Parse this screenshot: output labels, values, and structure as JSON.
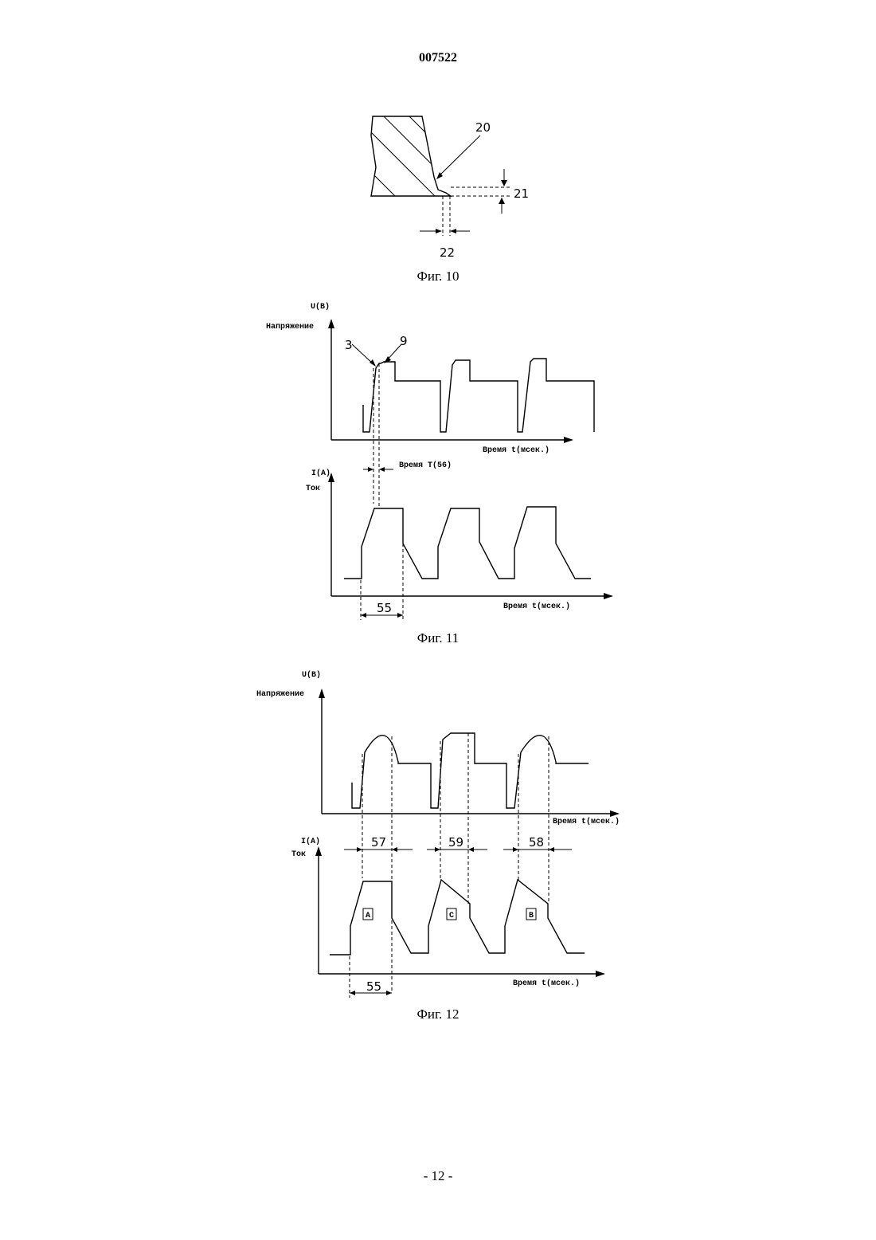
{
  "document_number": "007522",
  "page_number": "- 12 -",
  "fig10": {
    "caption": "Фиг. 10",
    "callouts": [
      "20",
      "21",
      "22"
    ]
  },
  "fig11": {
    "caption": "Фиг. 11",
    "voltage_axis": {
      "symbol": "U(B)",
      "name": "Напряжение"
    },
    "current_axis": {
      "symbol": "I(A)",
      "name": "Ток"
    },
    "time_label": "Время t(мсек.)",
    "interval_label": "Время T(56)",
    "callouts": [
      "3",
      "9"
    ],
    "dimension": "55"
  },
  "fig12": {
    "caption": "Фиг. 12",
    "voltage_axis": {
      "symbol": "U(B)",
      "name": "Напряжение"
    },
    "current_axis": {
      "symbol": "I(A)",
      "name": "Ток"
    },
    "time_label": "Время t(мсек.)",
    "pulse_dimensions": [
      "57",
      "59",
      "58"
    ],
    "pulse_labels": [
      "A",
      "C",
      "B"
    ],
    "dimension": "55"
  }
}
